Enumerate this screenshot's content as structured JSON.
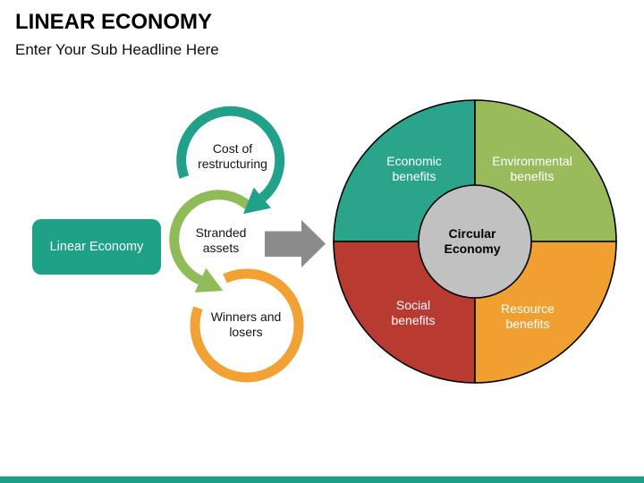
{
  "slide": {
    "title": "LINEAR ECONOMY",
    "subtitle": "Enter Your Sub Headline Here",
    "accent_bar_color": "#1F9E85"
  },
  "linear_economy": {
    "label": "Linear Economy",
    "box_color": "#1EA187",
    "text_color": "#FFFFFF"
  },
  "transition": {
    "arrow_color": "#8B8B8B",
    "steps": [
      {
        "label": "Cost of restructuring",
        "color": "#21A189"
      },
      {
        "label": "Stranded assets",
        "color": "#8FBC59"
      },
      {
        "label": "Winners and losers",
        "color": "#F2A134"
      }
    ]
  },
  "circular_economy": {
    "center_label": "Circular Economy",
    "center_color": "#C1C1C1",
    "outline_color": "#000000",
    "segments": [
      {
        "label": "Economic benefits",
        "color": "#2AA58B"
      },
      {
        "label": "Environmental benefits",
        "color": "#9ABB5B"
      },
      {
        "label": "Social benefits",
        "color": "#B93A31"
      },
      {
        "label": "Resource benefits",
        "color": "#F0A030"
      }
    ]
  }
}
